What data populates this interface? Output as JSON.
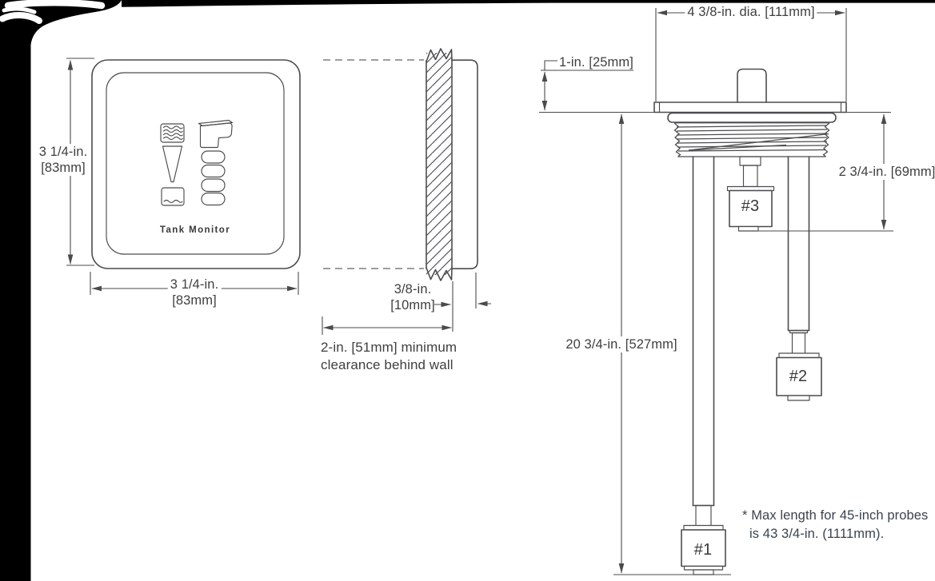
{
  "colors": {
    "line": "#4c4c4e",
    "dim_text": "#3f3f41",
    "note_text": "#3a434e"
  },
  "panel_front_view": {
    "label": "Tank Monitor",
    "height_dim": {
      "line1": "3 1/4-in.",
      "line2": "[83mm]"
    },
    "width_dim": {
      "line1": "3 1/4-in.",
      "line2": "[83mm]"
    },
    "icons": [
      "holding-tank-full-icon",
      "drain-funnel-icon",
      "holding-tank-empty-icon",
      "toilet-icon",
      "level-indicator-lights"
    ]
  },
  "wall_side_view": {
    "thickness_dim": {
      "line1": "3/8-in.",
      "line2": "[10mm]"
    },
    "clearance_note": {
      "line1": "2-in. [51mm] minimum",
      "line2": "clearance behind wall"
    }
  },
  "probe_assembly_view": {
    "diameter_dim": "4 3/8-in. dia. [111mm]",
    "cap_height_dim": "1-in. [25mm]",
    "upper_section_dim": "2 3/4-in. [69mm]",
    "overall_length_dim": "20 3/4-in. [527mm]",
    "floats": [
      {
        "label": "#1"
      },
      {
        "label": "#2"
      },
      {
        "label": "#3"
      }
    ],
    "footnote": {
      "line1": "* Max length for 45-inch probes",
      "line2": "is 43 3/4-in. (1111mm)."
    }
  }
}
